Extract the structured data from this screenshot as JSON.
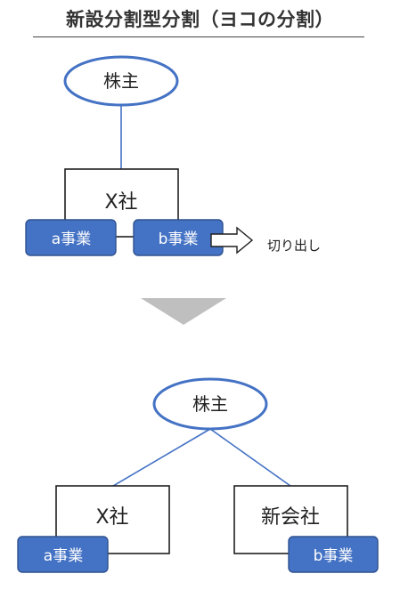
{
  "title": "新設分割型分割（ヨコの分割）",
  "before": {
    "shareholder": "株主",
    "company": "X社",
    "business_a": "a事業",
    "business_b": "b事業",
    "spin_off_label": "切り出し"
  },
  "after": {
    "shareholder": "株主",
    "company_x": "X社",
    "new_company": "新会社",
    "business_a": "a事業",
    "business_b": "b事業"
  },
  "colors": {
    "outline_blue": "#4472c4",
    "business_fill": "#4472c4",
    "business_border": "#2f528f",
    "arrow_gray": "#bfbfbf",
    "line": "#4472c4"
  }
}
